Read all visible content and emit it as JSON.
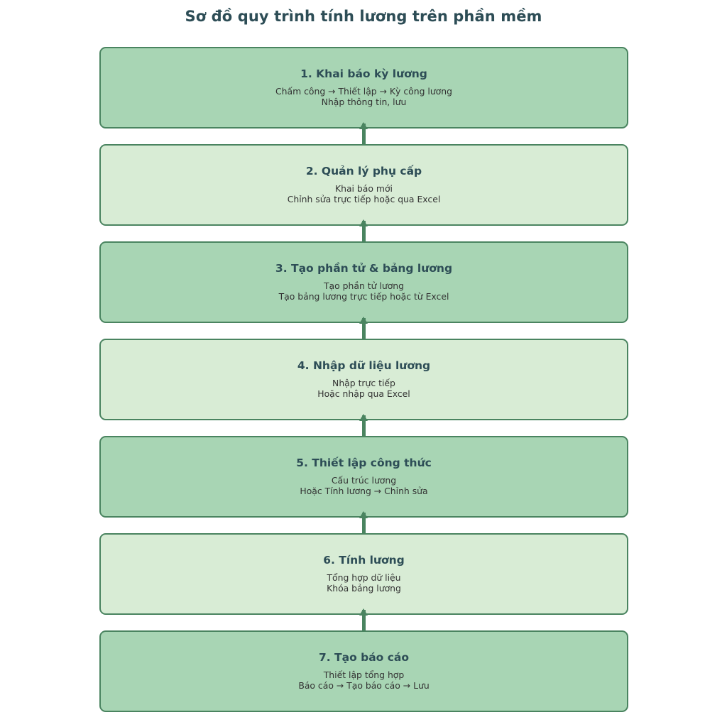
{
  "title": "Sơ đồ quy trình tính lương trên phần mềm",
  "palette": {
    "background": "#ffffff",
    "box_border": "#4a8460",
    "box_fill_dark": "#a8d5b4",
    "box_fill_light": "#d8ecd5",
    "title_color": "#2d4d56",
    "heading_color": "#2d4d56",
    "body_color": "#333333",
    "arrow_color": "#4a8460"
  },
  "flow": {
    "direction": "bottom-to-top",
    "arrow_icon": "arrow-up-icon",
    "steps": [
      {
        "number": "1",
        "title": "1. Khai báo kỳ lương",
        "tone": "dark",
        "lines": [
          "Chấm công → Thiết lập → Kỳ công lương",
          "Nhập thông tin, lưu"
        ]
      },
      {
        "number": "2",
        "title": "2. Quản lý phụ cấp",
        "tone": "light",
        "lines": [
          "Khai báo mới",
          "Chỉnh sửa trực tiếp hoặc qua Excel"
        ]
      },
      {
        "number": "3",
        "title": "3. Tạo phần tử & bảng lương",
        "tone": "dark",
        "lines": [
          "Tạo phần tử lương",
          "Tạo bảng lương trực tiếp hoặc từ Excel"
        ]
      },
      {
        "number": "4",
        "title": "4. Nhập dữ liệu lương",
        "tone": "light",
        "lines": [
          "Nhập trực tiếp",
          "Hoặc nhập qua Excel"
        ]
      },
      {
        "number": "5",
        "title": "5. Thiết lập công thức",
        "tone": "dark",
        "lines": [
          "Cấu trúc lương",
          "Hoặc Tính lương → Chỉnh sửa"
        ]
      },
      {
        "number": "6",
        "title": "6. Tính lương",
        "tone": "light",
        "lines": [
          "Tổng hợp dữ liệu",
          "Khóa bảng lương"
        ]
      },
      {
        "number": "7",
        "title": "7. Tạo báo cáo",
        "tone": "dark",
        "lines": [
          "Thiết lập tổng hợp",
          "Báo cáo → Tạo báo cáo → Lưu"
        ]
      }
    ]
  }
}
